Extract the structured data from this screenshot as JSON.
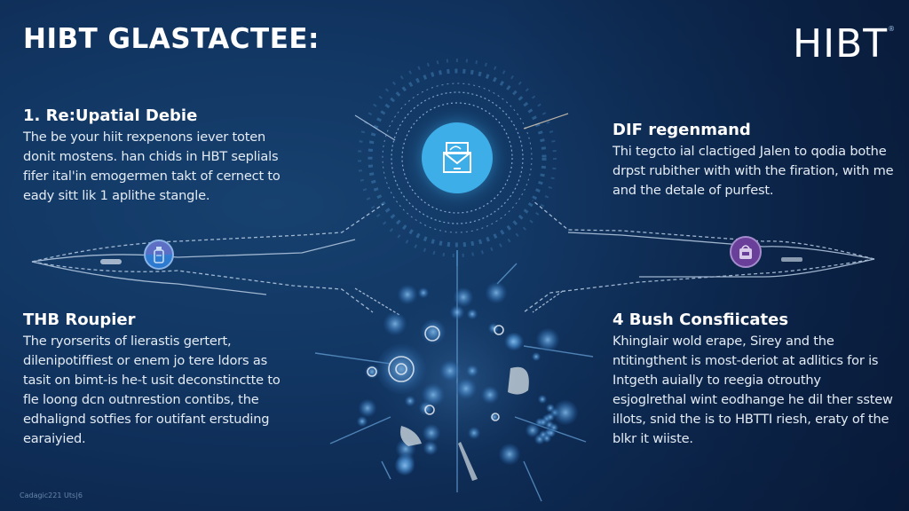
{
  "header": {
    "title": "HIBT GLASTACTEE:",
    "logo": "HIBT",
    "logo_mark": "®"
  },
  "sections": [
    {
      "heading": "1. Re:Upatial Debie",
      "body": "The be your hiit rexpenons iever toten donit mostens. han chids in HBT seplials fifer ital'in emogermen takt of cernect to eady sitt lik 1 aplithe stangle."
    },
    {
      "heading": "DIF regenmand",
      "body": "Thi tegcto ial clactiged Jalen to qodia bothe drpst rubither with with the firation, with me and the detale of purfest."
    },
    {
      "heading": "THB Roupier",
      "body": "The ryorserits of lierastis gertert, dilenipotiffiest or enem jo tere ldors as tasit on bimt-is he-t usit deconstinctte to fle loong dcn outnrestion contibs, the edhalignd sotfies for outifant erstuding earaiyied."
    },
    {
      "heading": "4 Bush Consfiicates",
      "body": "Khinglair wold erape, Sirey and the ntitingthent is most-deriot at adlitics for is Intgeth auially to reegia otrouthy esjoglrethal wint eodhange he dil ther sstew illots, snid the is to HBTTI riesh, eraty of the blkr it wiiste."
    }
  ],
  "footer": {
    "text": "Cadagic221 Uts|6"
  },
  "icons": {
    "hub": "envelope-icon",
    "left_node": "bottle-icon",
    "right_node": "bag-icon"
  },
  "colors": {
    "background": "#123764",
    "background_dark": "#0b2246",
    "hub": "#3daee8",
    "left_node": "#5b6fc6",
    "right_node": "#6a3f9a",
    "line": "#b9cde4",
    "particle": "#5f9fd6"
  }
}
